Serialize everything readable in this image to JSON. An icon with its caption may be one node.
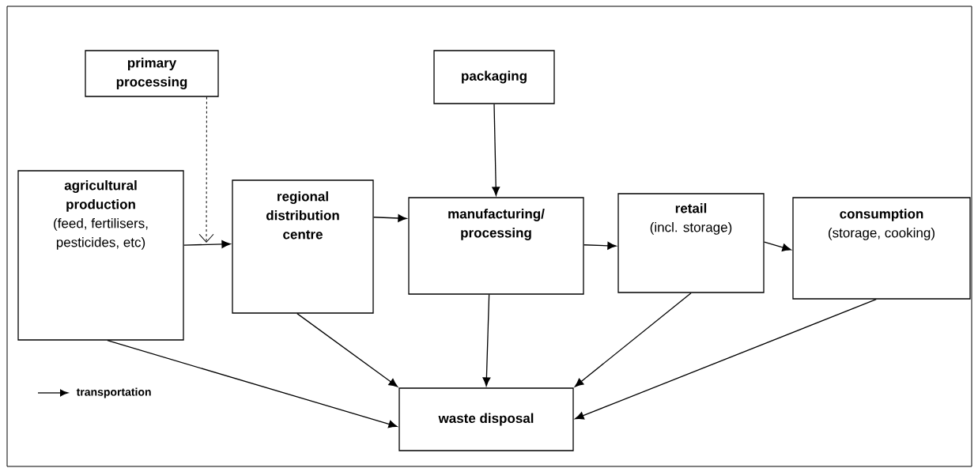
{
  "diagram": {
    "nodes": [
      {
        "text": [
          "primary processing"
        ]
      },
      {
        "text": [
          "packaging"
        ]
      },
      {
        "text": [
          "agricultural production",
          "(feed, fertilisers, pesticides, etc)"
        ]
      },
      {
        "text": [
          "regional distribution centre"
        ]
      },
      {
        "text": [
          "manufacturing/ processing"
        ]
      },
      {
        "text": [
          "retail",
          "(incl. storage)"
        ]
      },
      {
        "text": [
          "consumption",
          "(storage, cooking)"
        ]
      },
      {
        "text": [
          "waste disposal"
        ]
      }
    ],
    "edges": [
      {
        "from": 0,
        "to": null,
        "arrow": "to",
        "style": "dashed"
      },
      {
        "from": 2,
        "to": 3,
        "arrow": "to"
      },
      {
        "from": 1,
        "to": 4,
        "arrow": "to"
      },
      {
        "from": 3,
        "to": 4,
        "arrow": "to"
      },
      {
        "from": 4,
        "to": 5,
        "arrow": "to"
      },
      {
        "from": 5,
        "to": 6,
        "arrow": "to"
      },
      {
        "from": 2,
        "to": 7,
        "arrow": "to"
      },
      {
        "from": 3,
        "to": 7,
        "arrow": "to"
      },
      {
        "from": 4,
        "to": 7,
        "arrow": "to"
      },
      {
        "from": 5,
        "to": 7,
        "arrow": "to"
      },
      {
        "from": 6,
        "to": 7,
        "arrow": "to"
      }
    ],
    "legend": [
      {
        "text": "transportation"
      }
    ]
  }
}
